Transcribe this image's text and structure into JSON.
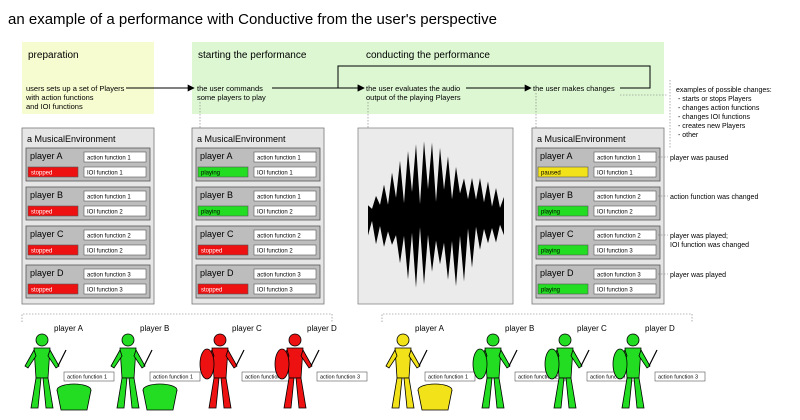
{
  "title": "an example of a performance with Conductive from the user's perspective",
  "phases": {
    "preparation": "preparation",
    "starting": "starting the performance",
    "conducting": "conducting the performance"
  },
  "steps": {
    "prep_line1": "users sets up a set of Players",
    "prep_line2": "with action functions",
    "prep_line3": "and IOI functions",
    "start_line1": "the user commands",
    "start_line2": "some players to play",
    "eval_line1": "the user evaluates the audio",
    "eval_line2": "output of the playing Players",
    "changes": "the user makes changes"
  },
  "changes_note": {
    "heading": "examples of possible changes:",
    "items": [
      "- starts or stops Players",
      "- changes action functions",
      "- changes IOI functions",
      "- creates new Players",
      "- other"
    ]
  },
  "environments": [
    {
      "title": "a MusicalEnvironment",
      "players": [
        {
          "name": "player A",
          "action": "action function 1",
          "ioi": "IOI function 1",
          "status": "stopped",
          "color": "#ee1111"
        },
        {
          "name": "player B",
          "action": "action function 1",
          "ioi": "IOI function 2",
          "status": "stopped",
          "color": "#ee1111"
        },
        {
          "name": "player C",
          "action": "action function 2",
          "ioi": "IOI function 2",
          "status": "stopped",
          "color": "#ee1111"
        },
        {
          "name": "player D",
          "action": "action function 3",
          "ioi": "IOI function 3",
          "status": "stopped",
          "color": "#ee1111"
        }
      ]
    },
    {
      "title": "a MusicalEnvironment",
      "players": [
        {
          "name": "player A",
          "action": "action function 1",
          "ioi": "IOI function 1",
          "status": "playing",
          "color": "#22dd22"
        },
        {
          "name": "player B",
          "action": "action function 1",
          "ioi": "IOI function 2",
          "status": "playing",
          "color": "#22dd22"
        },
        {
          "name": "player C",
          "action": "action function 2",
          "ioi": "IOI function 2",
          "status": "stopped",
          "color": "#ee1111"
        },
        {
          "name": "player D",
          "action": "action function 3",
          "ioi": "IOI function 3",
          "status": "stopped",
          "color": "#ee1111"
        }
      ]
    },
    {
      "title": "a MusicalEnvironment",
      "players": [
        {
          "name": "player A",
          "action": "action function 1",
          "ioi": "IOI function 1",
          "status": "paused",
          "color": "#f2e21a"
        },
        {
          "name": "player B",
          "action": "action function 2",
          "ioi": "IOI function 2",
          "status": "playing",
          "color": "#22dd22"
        },
        {
          "name": "player C",
          "action": "action function 2",
          "ioi": "IOI function 3",
          "status": "playing",
          "color": "#22dd22"
        },
        {
          "name": "player D",
          "action": "action function 3",
          "ioi": "IOI function 3",
          "status": "playing",
          "color": "#22dd22"
        }
      ]
    }
  ],
  "annotations": [
    [
      "player was paused"
    ],
    [
      "action function was changed"
    ],
    [
      "player was played;",
      "IOI function was changed"
    ],
    [
      "player was played"
    ]
  ],
  "figures_left": [
    {
      "name": "player A",
      "action": "action function 1",
      "color": "#22dd22"
    },
    {
      "name": "player B",
      "action": "action function 1",
      "color": "#22dd22"
    },
    {
      "name": "player C",
      "action": "action function 2",
      "color": "#ee1111"
    },
    {
      "name": "player D",
      "action": "action function 3",
      "color": "#ee1111"
    }
  ],
  "figures_right": [
    {
      "name": "player A",
      "action": "action function 1",
      "color": "#f2e21a"
    },
    {
      "name": "player B",
      "action": "action function 2",
      "color": "#22dd22"
    },
    {
      "name": "player C",
      "action": "action function 2",
      "color": "#22dd22"
    },
    {
      "name": "player D",
      "action": "action function 3",
      "color": "#22dd22"
    }
  ]
}
